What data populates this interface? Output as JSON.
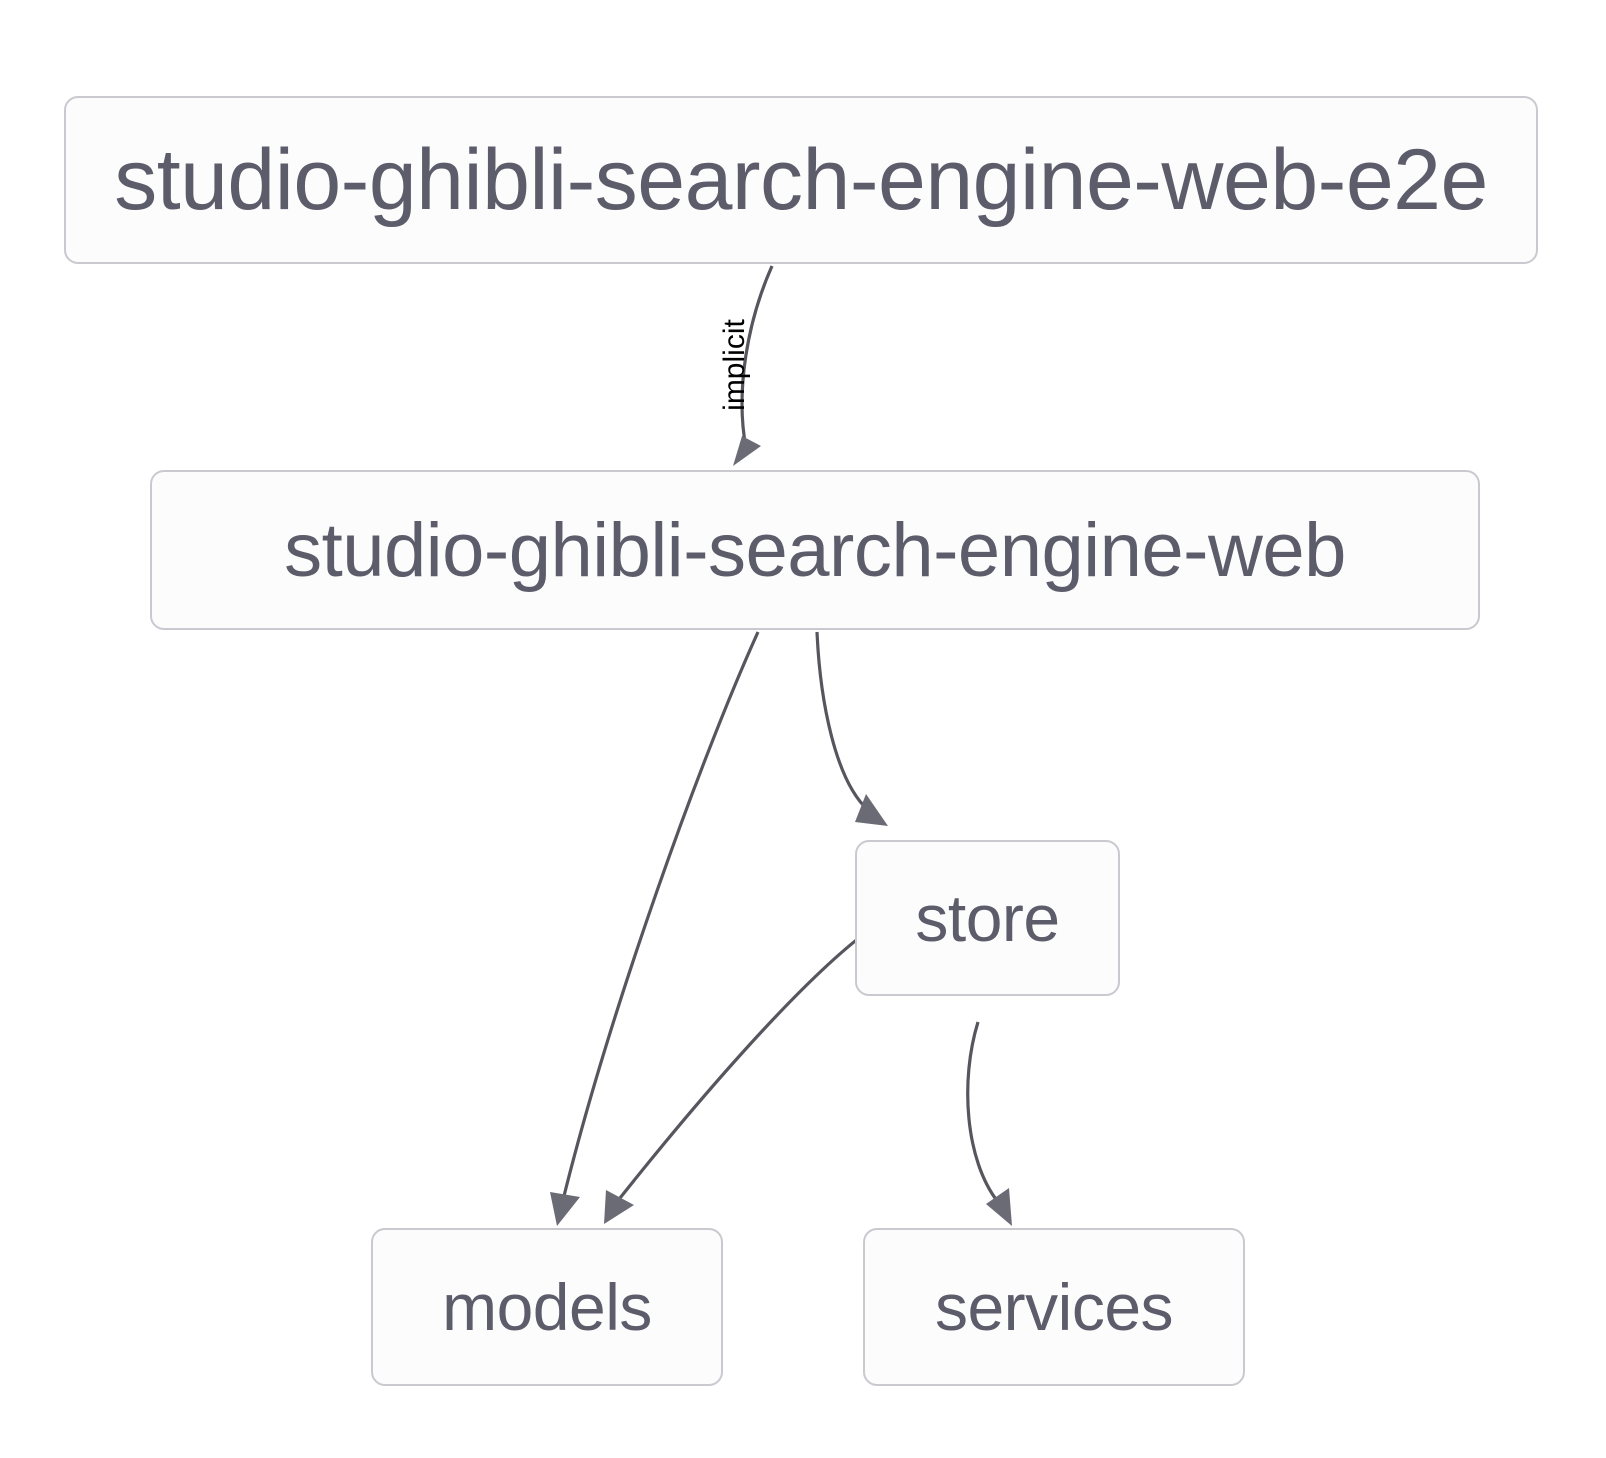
{
  "diagram": {
    "type": "dependency-graph",
    "background": "#ffffff",
    "node_fill": "#fcfcfc",
    "node_border": "#c9c9cf",
    "node_text_color": "#5c5c6b",
    "edge_color": "#56565e",
    "edge_label_color": "#000000",
    "nodes": [
      {
        "id": "e2e",
        "label": "studio-ghibli-search-engine-web-e2e"
      },
      {
        "id": "web",
        "label": "studio-ghibli-search-engine-web"
      },
      {
        "id": "store",
        "label": "store"
      },
      {
        "id": "models",
        "label": "models"
      },
      {
        "id": "services",
        "label": "services"
      }
    ],
    "edges": [
      {
        "from": "e2e",
        "to": "web",
        "label": "implicit"
      },
      {
        "from": "web",
        "to": "models",
        "label": ""
      },
      {
        "from": "web",
        "to": "store",
        "label": ""
      },
      {
        "from": "store",
        "to": "models",
        "label": ""
      },
      {
        "from": "store",
        "to": "services",
        "label": ""
      }
    ]
  }
}
